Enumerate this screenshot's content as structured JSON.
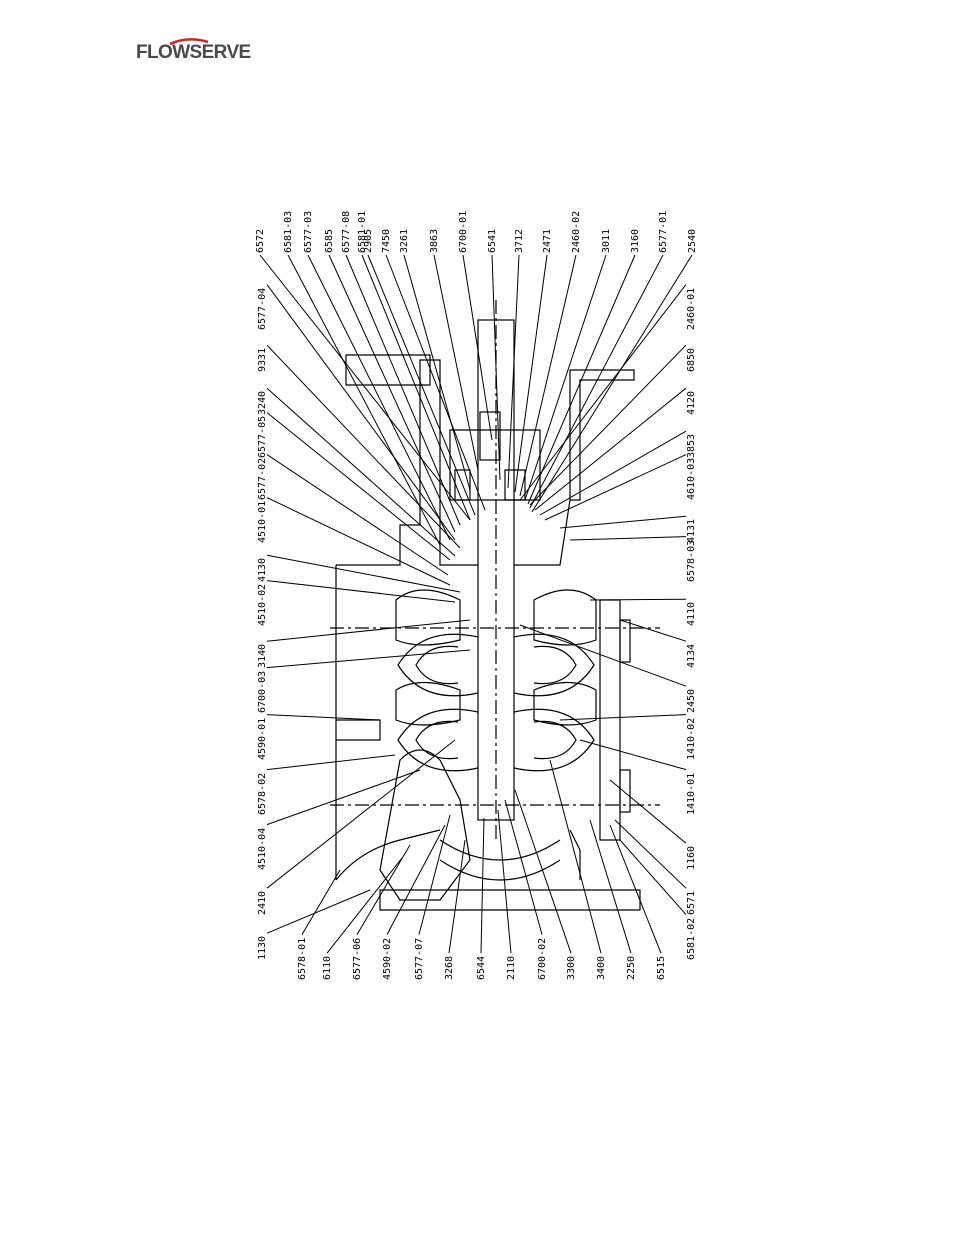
{
  "logo": {
    "text": "FLOWSERVE"
  },
  "labels_top": [
    "6572",
    "6581-03",
    "6577-03",
    "6585",
    "6577-08",
    "6581-01",
    "2905",
    "7450",
    "3261",
    "3863",
    "6700-01",
    "6541",
    "3712",
    "2471",
    "2460-02",
    "3011",
    "3160",
    "6577-01",
    "2540"
  ],
  "labels_upper_row": [
    "6577-04",
    "9331",
    "3240",
    "6577-05",
    "6577-02",
    "4510-01",
    "4130",
    "4510-02",
    "3140",
    "6700-03",
    "4590-01",
    "6578-02",
    "4510-04",
    "2410",
    "1130"
  ],
  "labels_lower_row": [
    "2460-01",
    "6850",
    "4120",
    "3853",
    "4610-03",
    "4131",
    "6578-03",
    "4110",
    "4134",
    "2450",
    "1410-02",
    "1410-01",
    "1160",
    "6571",
    "6581-02"
  ],
  "labels_bottom": [
    "6578-01",
    "6110",
    "6577-06",
    "4590-02",
    "6577-07",
    "3268",
    "6544",
    "2110",
    "6700-02",
    "3300",
    "3400",
    "2250",
    "6515"
  ],
  "colors": {
    "line": "#000000",
    "logo_text": "#4a4a4a",
    "logo_swoosh": "#c62828"
  }
}
